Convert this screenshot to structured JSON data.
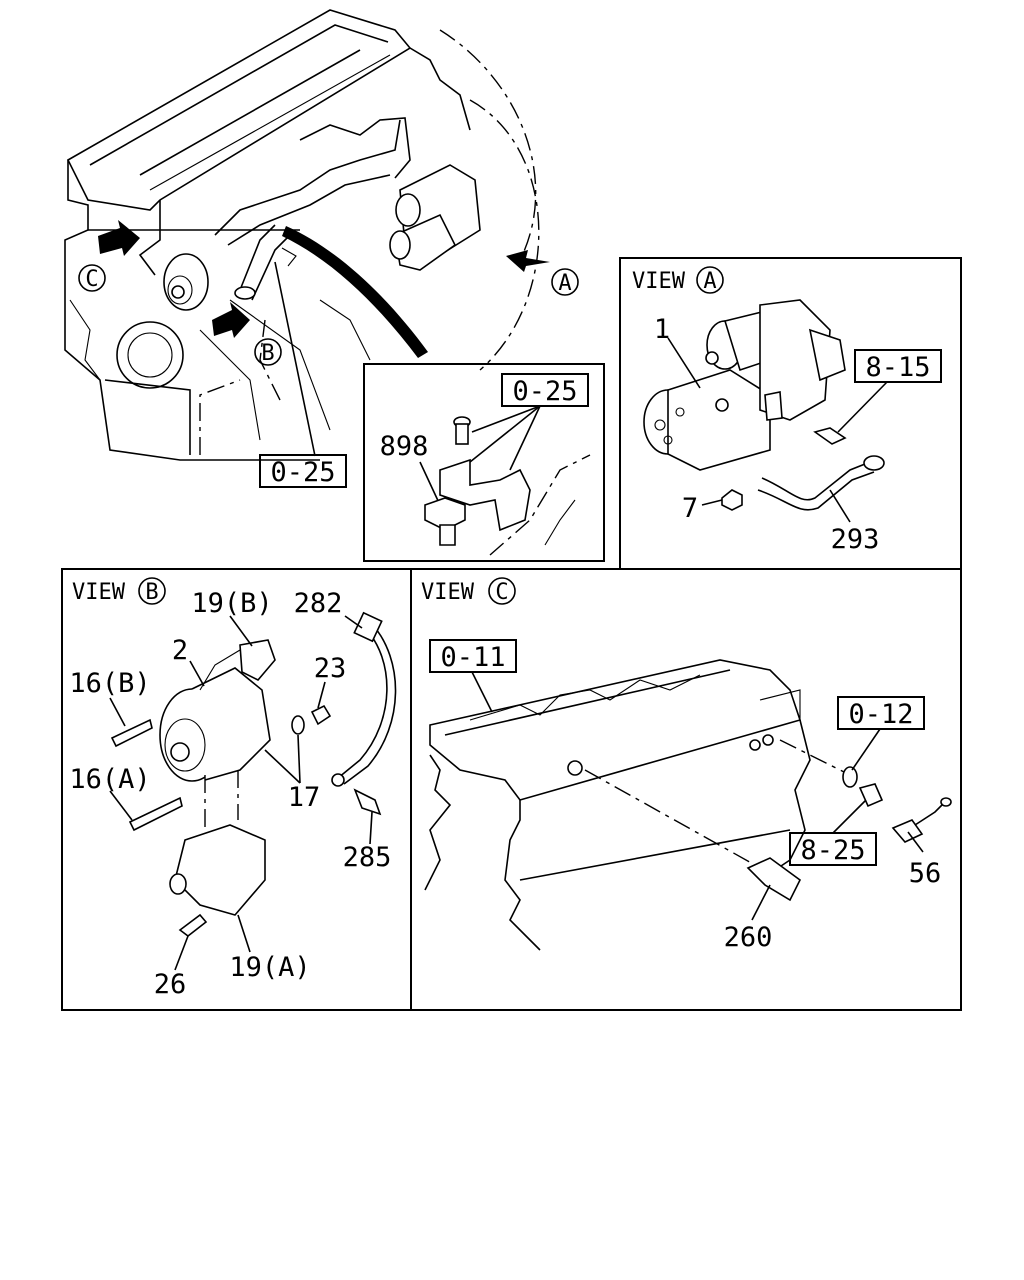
{
  "callouts": {
    "main_A": "A",
    "main_B": "B",
    "main_C": "C",
    "main_ref": "0-25"
  },
  "detail": {
    "ref": "0-25",
    "part_898": "898"
  },
  "view_a": {
    "title": "VIEW",
    "letter": "A",
    "ref": "8-15",
    "parts": {
      "p1": "1",
      "p7": "7",
      "p293": "293"
    }
  },
  "view_b": {
    "title": "VIEW",
    "letter": "B",
    "parts": {
      "p19b": "19(B)",
      "p282": "282",
      "p2": "2",
      "p23": "23",
      "p16b": "16(B)",
      "p16a": "16(A)",
      "p17": "17",
      "p285": "285",
      "p26": "26",
      "p19a": "19(A)"
    }
  },
  "view_c": {
    "title": "VIEW",
    "letter": "C",
    "ref_top": "0-11",
    "ref_right": "0-12",
    "ref_bottom": "8-25",
    "parts": {
      "p56": "56",
      "p260": "260"
    }
  }
}
